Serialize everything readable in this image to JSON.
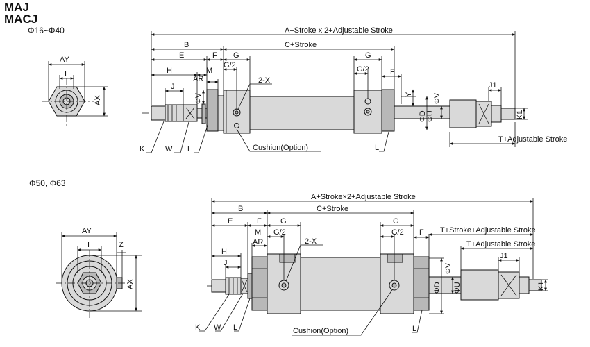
{
  "title_lines": [
    "MAJ",
    "MACJ"
  ],
  "section1": {
    "size_range": "Φ16~Φ40",
    "end_view_labels": {
      "ay": "AY",
      "i": "I",
      "ax": "AX"
    },
    "dims": {
      "overall": "A+Stroke x 2+Adjustable Stroke",
      "b": "B",
      "c_stroke": "C+Stroke",
      "e": "E",
      "f_left": "F",
      "g_left": "G",
      "g_right": "G",
      "g2_left": "G/2",
      "g2_right": "G/2",
      "f_right": "F",
      "h": "H",
      "m": "M",
      "ar": "AR",
      "j": "J",
      "x2": "2-X",
      "phi_v_left": "ΦV",
      "phi_v_right": "ΦV",
      "y": "Y",
      "phi_d": "ΦD",
      "phi_u": "ΦU",
      "j1": "J1",
      "k1": "K1",
      "t_adj": "T+Adjustable Stroke",
      "k": "K",
      "w": "W",
      "l_left": "L",
      "cushion": "Cushion(Option)",
      "l_right": "L"
    }
  },
  "section2": {
    "size_range": "Φ50, Φ63",
    "end_view_labels": {
      "ay": "AY",
      "i": "I",
      "z": "Z",
      "ax": "AX"
    },
    "dims": {
      "overall": "A+Stroke×2+Adjustable Stroke",
      "b": "B",
      "c_stroke": "C+Stroke",
      "e": "E",
      "f_left": "F",
      "g_left": "G",
      "g_right": "G",
      "m": "M",
      "g2_left": "G/2",
      "g2_right": "G/2",
      "f_right": "F",
      "t_stroke_adj": "T+Stroke+Adjustable Stroke",
      "t_adj": "T+Adjustable Stroke",
      "ar": "AR",
      "x2": "2-X",
      "h": "H",
      "j": "J",
      "j1": "J1",
      "phi_v": "ΦV",
      "phi_d": "ΦD",
      "phi_u": "ΦU",
      "k1": "K1",
      "k": "K",
      "w": "W",
      "l_left": "L",
      "cushion": "Cushion(Option)",
      "l_right": "L"
    }
  }
}
